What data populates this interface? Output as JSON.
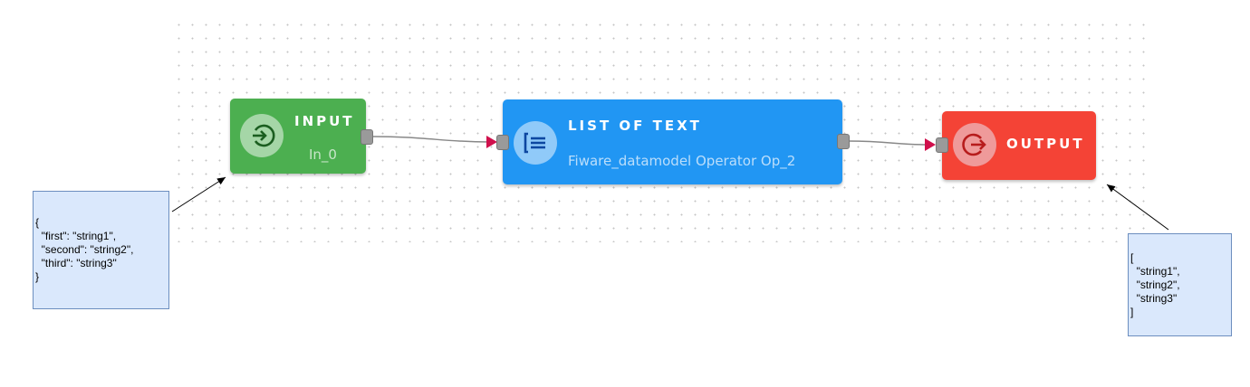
{
  "nodes": {
    "input": {
      "title": "INPUT",
      "subtitle": "In_0",
      "icon": "login-icon",
      "color": "#4caf50"
    },
    "list": {
      "title": "LIST OF TEXT",
      "subtitle": "Fiware_datamodel Operator Op_2",
      "icon": "list-icon",
      "color": "#2196f3"
    },
    "output": {
      "title": "OUTPUT",
      "icon": "logout-icon",
      "color": "#f44336"
    }
  },
  "notes": {
    "input_example": "{\n  \"first\": \"string1\",\n  \"second\": \"string2\",\n  \"third\": \"string3\"\n}",
    "output_example": "[\n  \"string1\",\n  \"string2\",\n  \"string3\"\n]"
  }
}
